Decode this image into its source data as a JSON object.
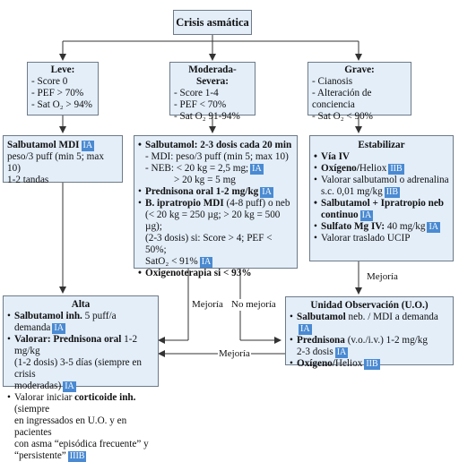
{
  "title": "Crisis asmática",
  "leve": {
    "header": "Leve:",
    "items": [
      "- Score 0",
      "- PEF > 70%"
    ]
  },
  "moderada": {
    "header": "Moderada-Severa:",
    "items": [
      "- Score 1-4",
      "- PEF < 70%"
    ],
    "sat": "- Sat O₂ 91-94%"
  },
  "grave": {
    "header": "Grave:",
    "items": [
      "- Cianosis",
      "- Alteración de conciencia",
      "- Sat O₂ < 90%"
    ]
  },
  "leve_sat": "- Sat O₂ > 94%",
  "salb_leve": {
    "title": "Salbutamol MDI",
    "badge": "IA",
    "line1": "peso/3 puff (min 5; max 10)",
    "line2": "1-2 tandas"
  },
  "mod_tx": {
    "salb": "Salbutamol: 2-3 dosis cada 20 min",
    "mdi": "- MDI: peso/3 puff (min 5; max 10)",
    "neb1": "- NEB: < 20 kg = 2,5 mg;",
    "neb2": "> 20 kg = 5 mg",
    "pred": "Prednisona oral 1-2 mg/kg",
    "ipra_b": "B. ipratropio MDI",
    "ipra_n": "(4-8 puff) o neb",
    "ipra2": "(< 20 kg = 250 µg; > 20 kg = 500 µg);",
    "ipra3": "(2-3 dosis) si: Score > 4; PEF < 50%;",
    "ipra4": "SatO₂ < 91%",
    "oxi": "Oxigenoterapia si < 93%",
    "badge_ia": "IA"
  },
  "estabilizar": {
    "title": "Estabilizar",
    "via": "Vía IV",
    "oxi_b": "Oxígeno/",
    "oxi_n": "Heliox",
    "badge_iib": "IIB",
    "val1": "Valorar salbutamol o adrenalina",
    "val2": "s.c. 0,01 mg/kg",
    "ipra1": "Salbutamol + Ipratropio neb",
    "ipra2": "continuo",
    "sulf_b": "Sulfato Mg IV:",
    "sulf_n": " 40 mg/kg",
    "traslado": "Valorar traslado UCIP",
    "badge_ia": "IA"
  },
  "alta": {
    "title": "Alta",
    "salb_b": "Salbutamol inh.",
    "salb_n": " 5 puff/a demanda",
    "val_b": "Valorar: Prednisona oral",
    "val_n": " 1-2 mg/kg",
    "val2": "(1-2 dosis) 3-5 días (siempre en crisis",
    "val3": "moderadas)",
    "cort1": "Valorar iniciar ",
    "cort_b": "corticoide inh.",
    "cort2": " (siempre",
    "cort3": "en ingressados en U.O. y en pacientes",
    "cort4": "con asma “episódica frecuente” y",
    "cort5": "“persistente”",
    "badge_ia": "IA",
    "badge_iiib": "IIIB"
  },
  "uo": {
    "title": "Unidad Observación (U.O.)",
    "salb_b": "Salbutamol",
    "salb_n": " neb. / MDI a demanda",
    "pred_b": "Prednisona",
    "pred_n": " (v.o./i.v.) 1-2 mg/kg",
    "pred2": "2-3 dosis",
    "oxi_b": "Oxígeno/",
    "oxi_n": "Heliox",
    "badge_ia": "IA",
    "badge_iib": "IIB"
  },
  "labels": {
    "mejoria": "Mejoría",
    "no_mejoria": "No mejoría"
  },
  "colors": {
    "box_fill": "#e3eef9",
    "badge": "#4a8ad2",
    "border": "#6d7a88"
  }
}
